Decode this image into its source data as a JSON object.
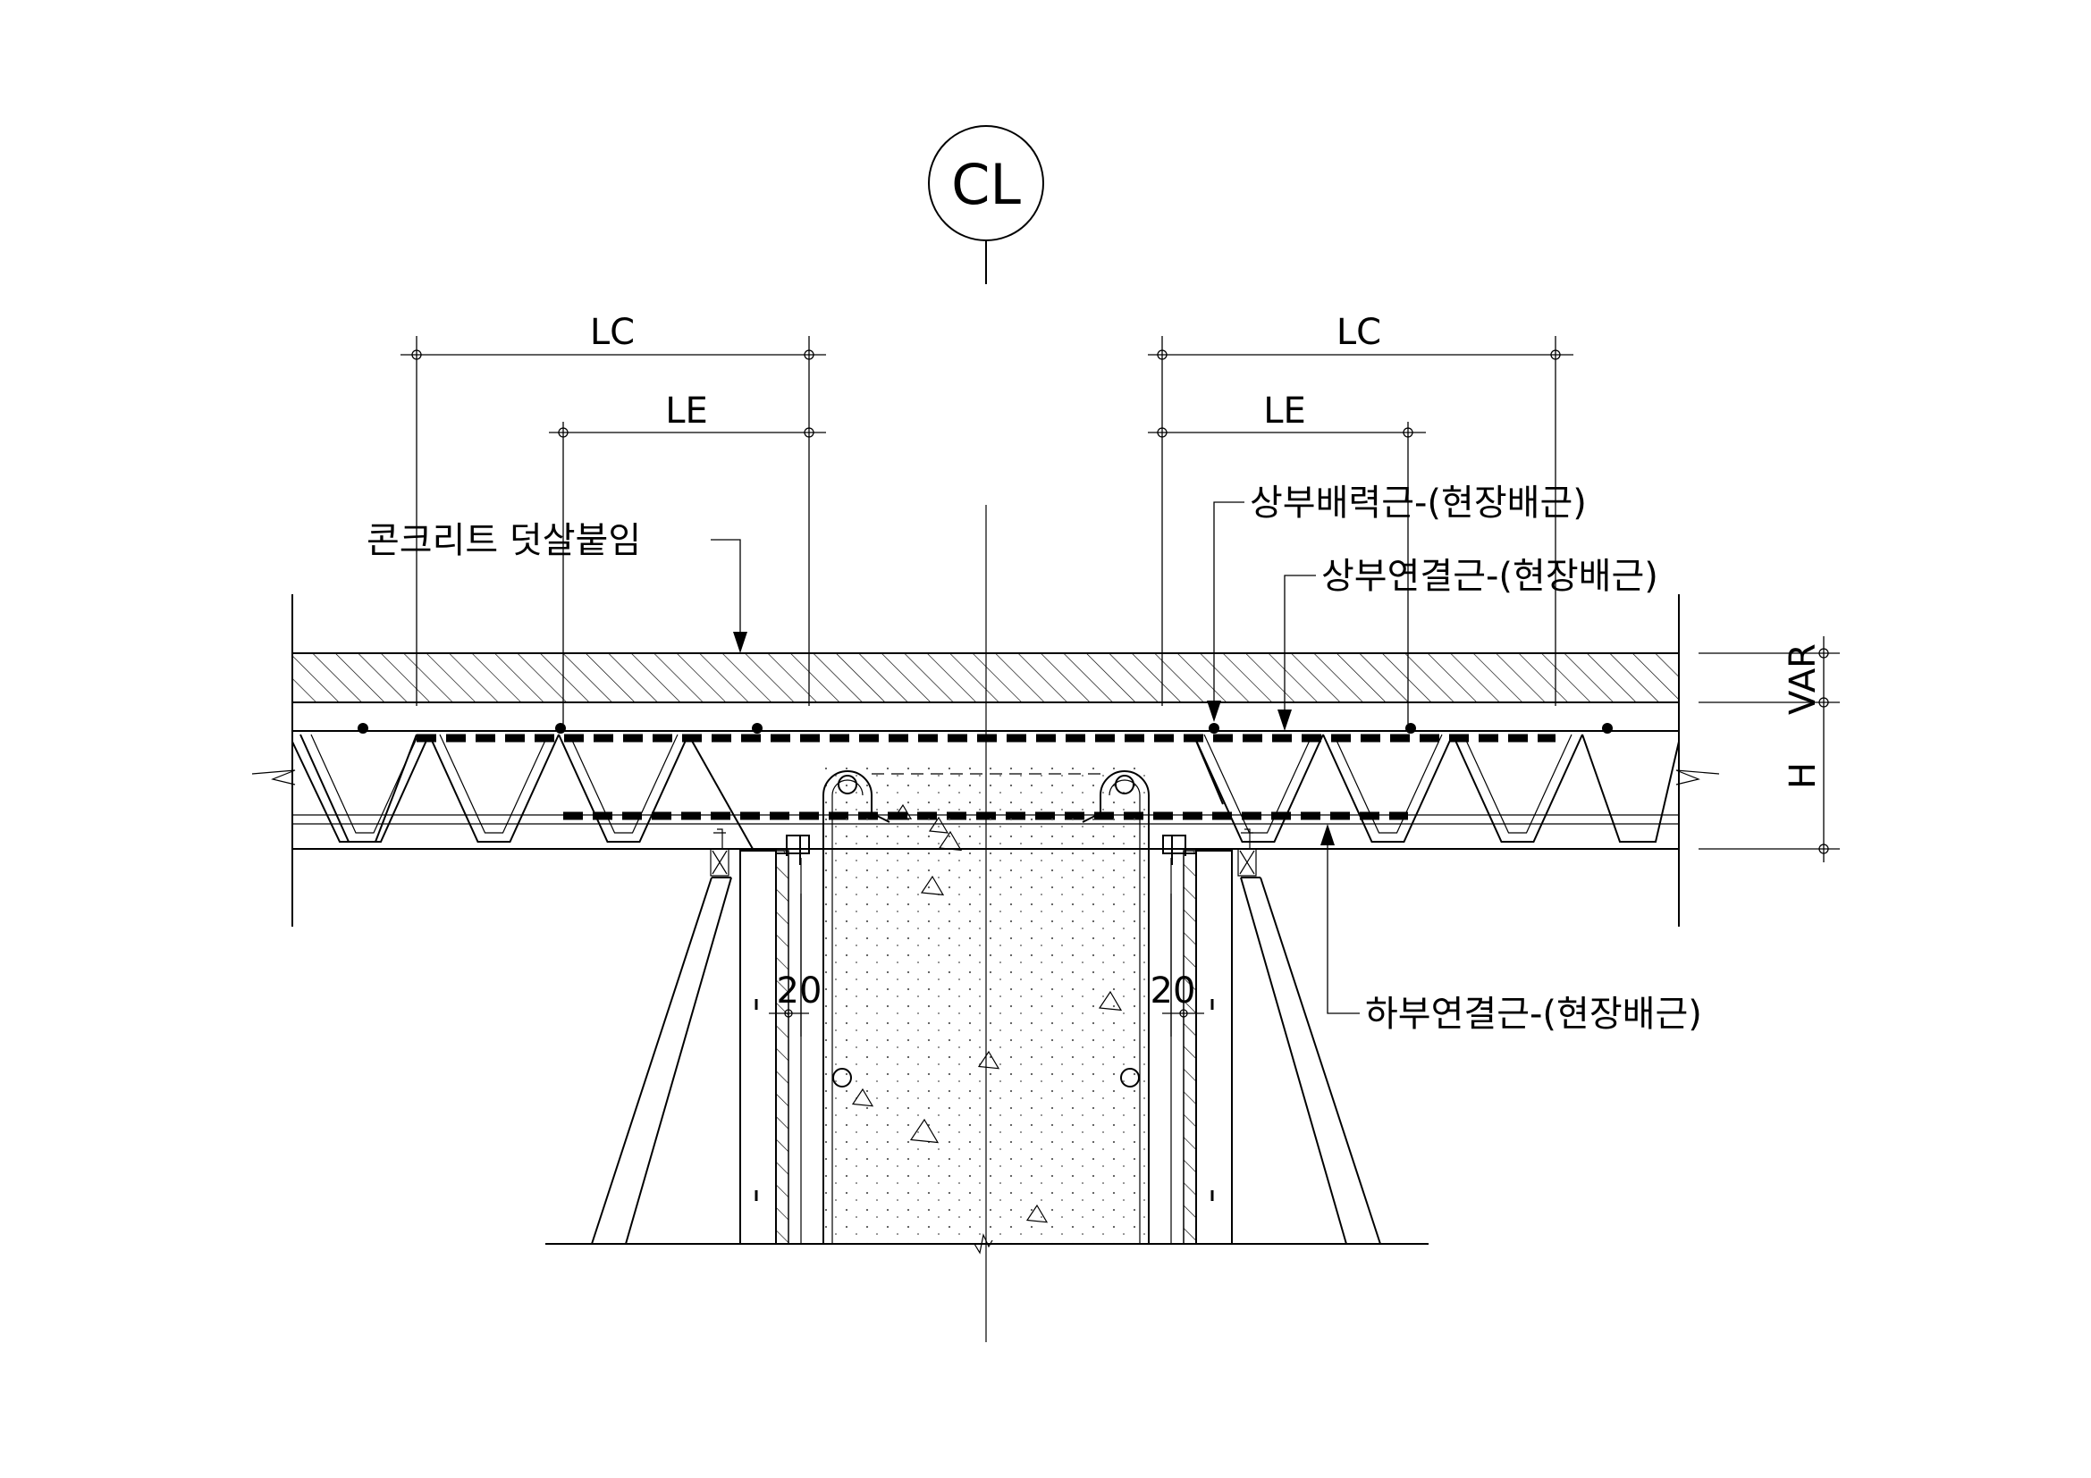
{
  "centerline": {
    "symbol": "CL"
  },
  "dimensions": {
    "left_lc": "LC",
    "left_le": "LE",
    "right_lc": "LC",
    "right_le": "LE",
    "var": "VAR",
    "h": "H",
    "gap_left": "20",
    "gap_right": "20"
  },
  "labels": {
    "concrete_topping": "콘크리트 덧살붙임",
    "top_distribution_bar": "상부배력근-(현장배근)",
    "top_connection_bar": "상부연결근-(현장배근)",
    "bottom_connection_bar": "하부연결근-(현장배근)"
  }
}
